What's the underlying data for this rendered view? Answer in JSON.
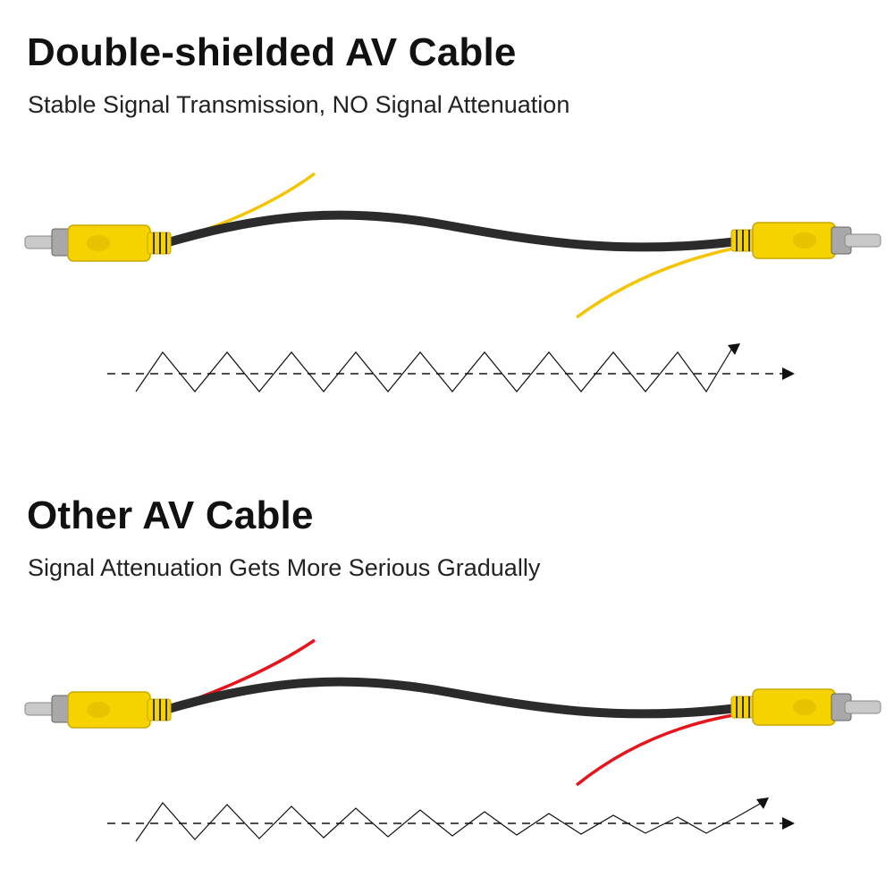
{
  "sections": [
    {
      "title": "Double-shielded AV Cable",
      "subtitle": "Stable Signal Transmission, NO Signal Attenuation",
      "lead_wire_color": "#f5c400",
      "signal": "constant amplitude"
    },
    {
      "title": "Other AV Cable",
      "subtitle": "Signal Attenuation Gets More Serious Gradually",
      "lead_wire_color": "#e8141c",
      "signal": "decreasing amplitude"
    }
  ],
  "colors": {
    "connector_body": "#f5d200",
    "cable": "#2b2b2b",
    "metal_pin": "#c9c9c9",
    "text": "#111111"
  },
  "icons": [
    "rca-connector-left",
    "rca-connector-right",
    "signal-wave",
    "arrow-right"
  ]
}
